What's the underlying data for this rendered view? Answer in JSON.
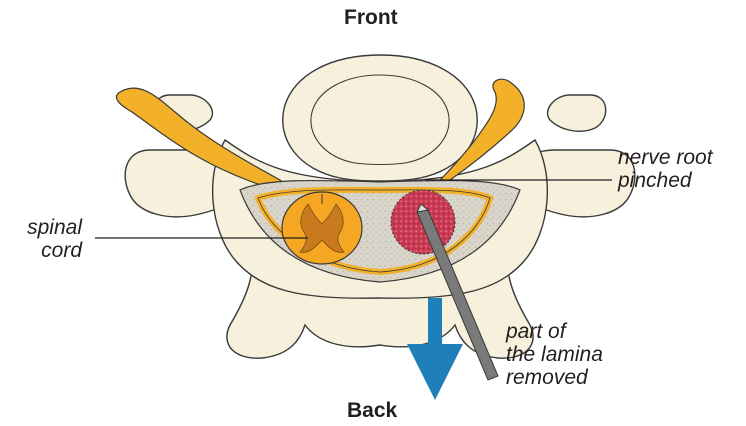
{
  "labels": {
    "front": "Front",
    "back": "Back",
    "nerve_root": "nerve root\npinched",
    "spinal_cord": "spinal\ncord",
    "lamina": "part of\nthe lamina\nremoved"
  },
  "colors": {
    "bone": "#f7f0dc",
    "outline": "#3a3a3a",
    "nerve": "#f3b12a",
    "cord": "#f5a623",
    "grey_matter": "#c97a1f",
    "dura_fill": "#d6d2c6",
    "removed_bone": "#c8374e",
    "instrument": "#7a7a7a",
    "arrow": "#1f7fb8"
  }
}
